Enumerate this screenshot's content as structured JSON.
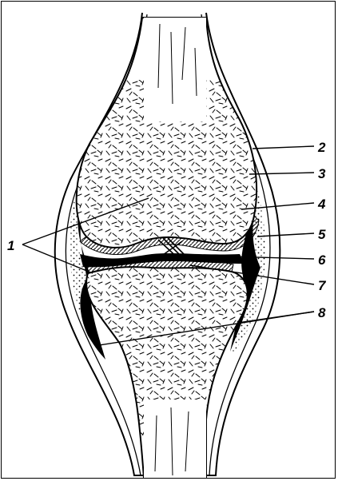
{
  "diagram": {
    "labels": [
      {
        "id": "label-1",
        "text": "1"
      },
      {
        "id": "label-2",
        "text": "2"
      },
      {
        "id": "label-3",
        "text": "3"
      },
      {
        "id": "label-4",
        "text": "4"
      },
      {
        "id": "label-5",
        "text": "5"
      },
      {
        "id": "label-6",
        "text": "6"
      },
      {
        "id": "label-7",
        "text": "7"
      },
      {
        "id": "label-8",
        "text": "8"
      }
    ],
    "colors": {
      "ink": "#000000",
      "paper": "#ffffff"
    }
  }
}
